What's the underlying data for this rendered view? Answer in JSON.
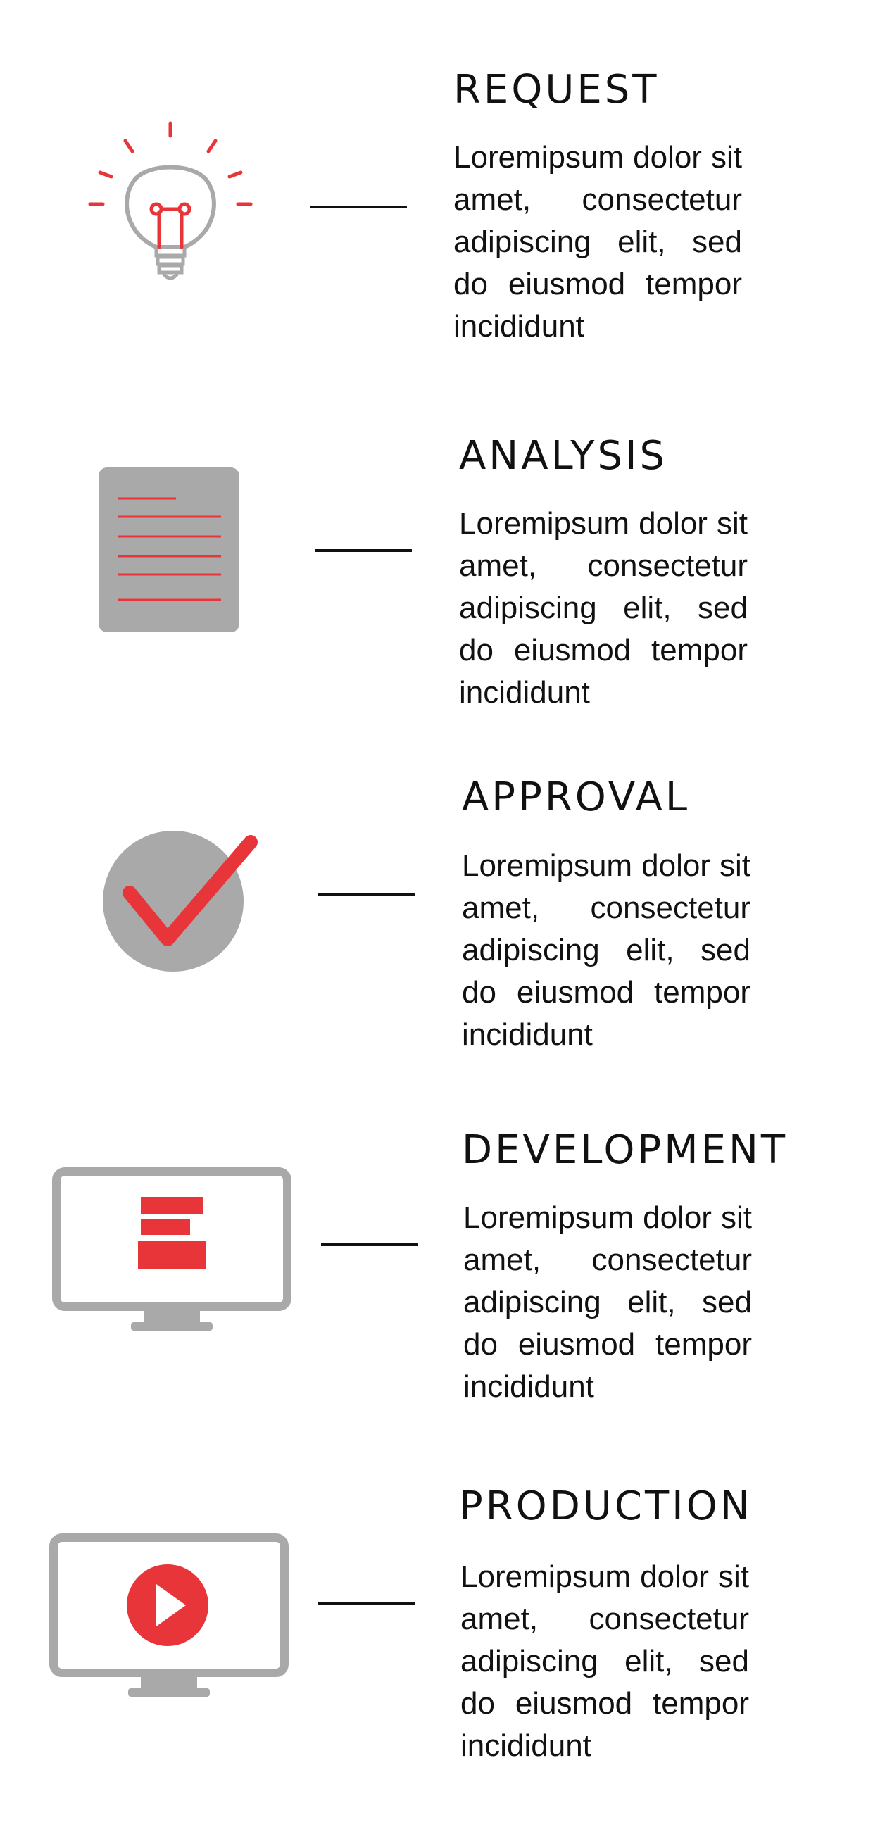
{
  "colors": {
    "accent": "#e8353a",
    "icon_gray": "#a9a9a9",
    "text": "#111111"
  },
  "steps": [
    {
      "title": "REQUEST",
      "text": "Loremipsum dolor sit amet, consectetur adipiscing elit, sed do eiusmod tempor incididunt",
      "icon": "lightbulb-icon"
    },
    {
      "title": "ANALYSIS",
      "text": "Loremipsum dolor sit amet, consectetur adipiscing elit, sed do eiusmod tempor incididunt",
      "icon": "document-icon"
    },
    {
      "title": "APPROVAL",
      "text": "Loremipsum dolor sit amet, consectetur adipiscing elit, sed do eiusmod tempor incididunt",
      "icon": "checkmark-icon"
    },
    {
      "title": "DEVELOPMENT",
      "text": "Loremipsum dolor sit amet, consectetur adipiscing elit, sed do eiusmod tempor incididunt",
      "icon": "monitor-blocks-icon"
    },
    {
      "title": "PRODUCTION",
      "text": "Loremipsum dolor sit amet, consectetur adipiscing elit, sed do eiusmod tempor incididunt",
      "icon": "monitor-play-icon"
    }
  ]
}
